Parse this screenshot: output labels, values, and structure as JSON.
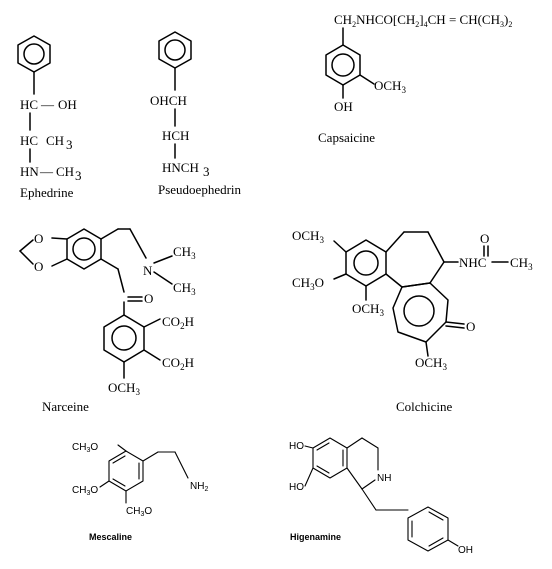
{
  "molecules": {
    "ephedrine": {
      "name": "Ephedrine",
      "atoms": {
        "hc_oh_c": "HC",
        "hc_oh_sep": "—",
        "hc_oh_g": "OH",
        "hc_ch3_c": "HC",
        "hc_ch3_g": "CH",
        "hc_ch3_sub": "3",
        "hn_c": "HN",
        "hn_sep": "—",
        "hn_g": "CH",
        "hn_sub": "3"
      }
    },
    "pseudoephedrin": {
      "name": "Pseudoephedrin",
      "atoms": {
        "ohch": "OHCH",
        "hch": "HCH",
        "hnch": "HNCH",
        "hnch_sub": "3"
      }
    },
    "capsaicine": {
      "name": "Capsaicine",
      "atoms": {
        "chain_a": "CH",
        "chain_a_sub": "2",
        "chain_b": "NHCO[CH",
        "chain_b_sub": "2",
        "chain_c": "]",
        "chain_c_sub": "4",
        "chain_d": "CH = CH(CH",
        "chain_d_sub": "3",
        "chain_e": ")",
        "chain_e_sub": "2",
        "och3": "OCH",
        "och3_sub": "3",
        "oh": "OH"
      }
    },
    "narceine": {
      "name": "Narceine",
      "atoms": {
        "n": "N",
        "ch3_top": "CH",
        "ch3_top_sub": "3",
        "ch3_bot": "CH",
        "ch3_bot_sub": "3",
        "co_o": "O",
        "co2h_1": "CO",
        "co2h_1_sub": "2",
        "co2h_1_h": "H",
        "co2h_2": "CO",
        "co2h_2_sub": "2",
        "co2h_2_h": "H",
        "och3": "OCH",
        "och3_sub": "3",
        "diox_o1": "O",
        "diox_o2": "O"
      }
    },
    "colchicine": {
      "name": "Colchicine",
      "atoms": {
        "och3_1": "OCH",
        "och3_1_sub": "3",
        "ch3o": "CH",
        "ch3o_sub": "3",
        "ch3o_o": "O",
        "och3_3": "OCH",
        "och3_3_sub": "3",
        "nhc": "NHC",
        "ch3": "CH",
        "ch3_sub": "3",
        "o_amide": "O",
        "o_ketone": "O",
        "och3_4": "OCH",
        "och3_4_sub": "3"
      }
    },
    "mescaline": {
      "name": "Mescaline",
      "atoms": {
        "ch3o_top": "CH",
        "ch3o_top_sub": "3",
        "ch3o_top_o": "O",
        "ch3o_mid": "CH",
        "ch3o_mid_sub": "3",
        "ch3o_mid_o": "O",
        "ch3o_bot": "CH",
        "ch3o_bot_sub": "3",
        "ch3o_bot_o": "O",
        "nh2": "NH",
        "nh2_sub": "2"
      }
    },
    "higenamine": {
      "name": "Higenamine",
      "atoms": {
        "ho_top": "HO",
        "ho_bot": "HO",
        "nh": "NH",
        "oh": "OH"
      }
    }
  }
}
